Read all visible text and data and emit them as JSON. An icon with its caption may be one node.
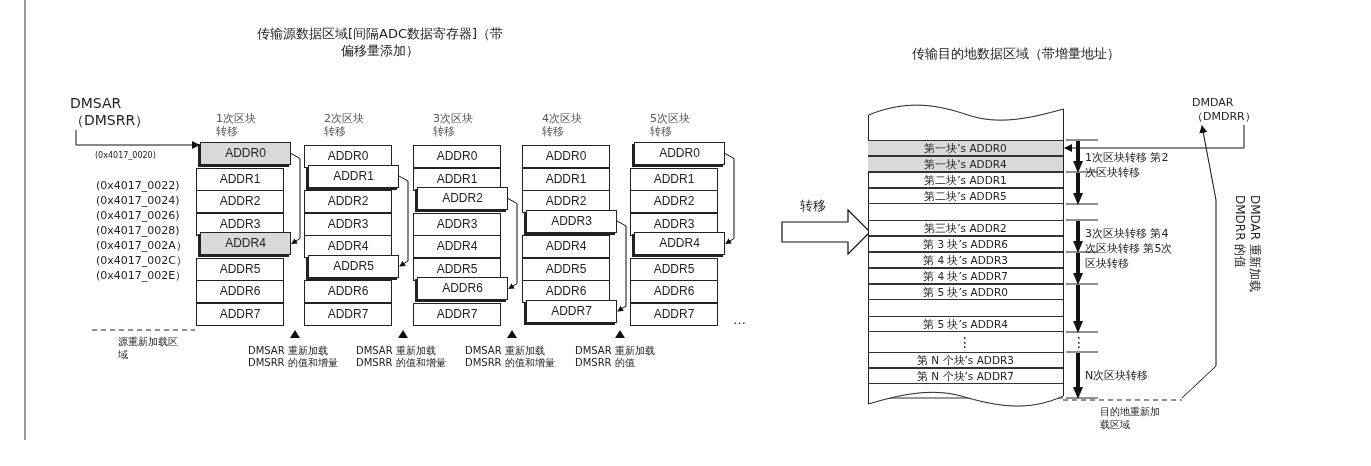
{
  "diagram": {
    "nodes": [
      {
        "text": [
          "DMSAR（DMSRR）"
        ]
      },
      {
        "text": [
          "1次区块转移"
        ]
      },
      {
        "text": [
          "ADDR0"
        ],
        "in": 1
      },
      {
        "text": [
          "ADDR1"
        ],
        "in": 1
      },
      {
        "text": [
          "ADDR2"
        ],
        "in": 1
      },
      {
        "text": [
          "ADDR3"
        ],
        "in": 1
      },
      {
        "text": [
          "ADDR4"
        ],
        "in": 1
      },
      {
        "text": [
          "ADDR5"
        ],
        "in": 1
      },
      {
        "text": [
          "ADDR6"
        ],
        "in": 1
      },
      {
        "text": [
          "ADDR7"
        ],
        "in": 1
      },
      {
        "text": [
          "2次区块转移"
        ]
      },
      {
        "text": [
          "ADDR0"
        ],
        "in": 10
      },
      {
        "text": [
          "ADDR1"
        ],
        "in": 10
      },
      {
        "text": [
          "ADDR2"
        ],
        "in": 10
      },
      {
        "text": [
          "ADDR3"
        ],
        "in": 10
      },
      {
        "text": [
          "ADDR4"
        ],
        "in": 10
      },
      {
        "text": [
          "ADDR5"
        ],
        "in": 10
      },
      {
        "text": [
          "ADDR6"
        ],
        "in": 10
      },
      {
        "text": [
          "ADDR7"
        ],
        "in": 10
      },
      {
        "text": [
          "3次区块转移"
        ]
      },
      {
        "text": [
          "ADDR0"
        ],
        "in": 19
      },
      {
        "text": [
          "ADDR1"
        ],
        "in": 19
      },
      {
        "text": [
          "ADDR2"
        ],
        "in": 19
      },
      {
        "text": [
          "ADDR3"
        ],
        "in": 19
      },
      {
        "text": [
          "ADDR4"
        ],
        "in": 19
      },
      {
        "text": [
          "ADDR5"
        ],
        "in": 19
      },
      {
        "text": [
          "ADDR6"
        ],
        "in": 19
      },
      {
        "text": [
          "ADDR7"
        ],
        "in": 19
      },
      {
        "text": [
          "4次区块转移"
        ]
      },
      {
        "text": [
          "ADDR0"
        ],
        "in": 28
      },
      {
        "text": [
          "ADDR1"
        ],
        "in": 28
      },
      {
        "text": [
          "ADDR2"
        ],
        "in": 28
      },
      {
        "text": [
          "ADDR3"
        ],
        "in": 28
      },
      {
        "text": [
          "ADDR4"
        ],
        "in": 28
      },
      {
        "text": [
          "ADDR5"
        ],
        "in": 28
      },
      {
        "text": [
          "ADDR6"
        ],
        "in": 28
      },
      {
        "text": [
          "ADDR7"
        ],
        "in": 28
      },
      {
        "text": [
          "5次区块转移"
        ]
      },
      {
        "text": [
          "ADDR0"
        ],
        "in": 37
      },
      {
        "text": [
          "ADDR1"
        ],
        "in": 37
      },
      {
        "text": [
          "ADDR2"
        ],
        "in": 37
      },
      {
        "text": [
          "ADDR3"
        ],
        "in": 37
      },
      {
        "text": [
          "ADDR4"
        ],
        "in": 37
      },
      {
        "text": [
          "ADDR5"
        ],
        "in": 37
      },
      {
        "text": [
          "ADDR6"
        ],
        "in": 37
      },
      {
        "text": [
          "ADDR7"
        ],
        "in": 37
      },
      {
        "text": [
          "传输目的地数据区域（带增量地址）"
        ]
      },
      {
        "text": [
          "第一块’s ADDR0"
        ],
        "in": 46
      },
      {
        "text": [
          "第一块’s ADDR4"
        ],
        "in": 46
      },
      {
        "text": [
          "第二块’s ADDR1"
        ],
        "in": 46
      },
      {
        "text": [
          "第二块’s ADDR5"
        ],
        "in": 46
      },
      {
        "text": [
          "第三块’s ADDR2"
        ],
        "in": 46
      },
      {
        "text": [
          "第 3 块’s ADDR6"
        ],
        "in": 46
      },
      {
        "text": [
          "第 4 块’s ADDR3"
        ],
        "in": 46
      },
      {
        "text": [
          "第 4 块’s ADDR7"
        ],
        "in": 46
      },
      {
        "text": [
          "第 5 块’s ADDR0"
        ],
        "in": 46
      },
      {
        "text": [
          "第 5 块’s ADDR4"
        ],
        "in": 46
      },
      {
        "text": [
          "第 N 个块’s ADDR3"
        ],
        "in": 46
      },
      {
        "text": [
          "第 N 个块’s ADDR7"
        ],
        "in": 46
      },
      {
        "text": [
          "DMDAR（DMDRR）"
        ]
      }
    ],
    "edges": [
      {
        "from": 0,
        "to": 2,
        "arrow": "to"
      },
      {
        "from": 2,
        "to": 6,
        "arrow": "to"
      },
      {
        "from": 12,
        "to": 16,
        "arrow": "to"
      },
      {
        "from": 22,
        "to": 26,
        "arrow": "to"
      },
      {
        "from": 32,
        "to": 36,
        "arrow": "to"
      },
      {
        "from": 38,
        "to": 42,
        "arrow": "to"
      },
      {
        "from": null,
        "to": 46,
        "arrow": "to",
        "label": "转移"
      },
      {
        "from": 59,
        "to": 47,
        "arrow": "to"
      },
      {
        "from": null,
        "to": 59,
        "arrow": "to",
        "label": "DMDAR 重新加载 DMDRR 的值"
      }
    ],
    "labels": [
      "传输源数据区域[间隔ADC数据寄存器]（带偏移量添加）",
      "(0x4017_0020)",
      "(0x4017_0022) (0x4017_0024) (0x4017_0026) (0x4017_0028) (0x4017_002A）(0x4017_002C）(0x4017_002E）",
      "源重新加载区域",
      "DMSAR 重新加载 DMSRR 的值和增量",
      "DMSAR 重新加载 DMSRR 的值和增量",
      "DMSAR 重新加载 DMSRR 的值和增量",
      "DMSAR 重新加载 DMSRR 的值",
      "…",
      "1次区块转移 第2次区块转移",
      "3次区块转移 第4次区块转移 第5次区块转移",
      "⋮",
      "⋮",
      "N次区块转移",
      "目的地重新加载区域"
    ]
  }
}
